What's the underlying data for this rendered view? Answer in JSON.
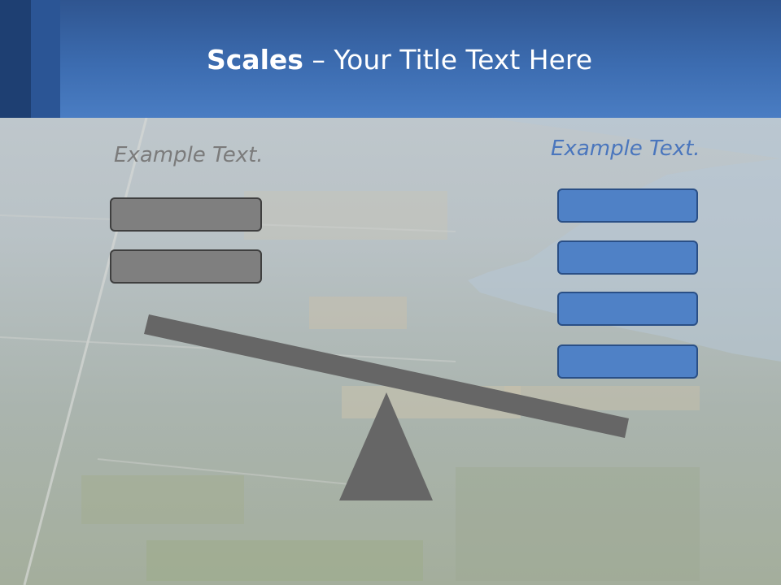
{
  "slide": {
    "title_bold": "Scales",
    "title_rest": " – Your Title Text Here"
  },
  "left_pan": {
    "label": "Example Text.",
    "box_count": 2
  },
  "right_pan": {
    "label": "Example Text.",
    "box_count": 4
  },
  "colors": {
    "header": "#3c6cb0",
    "header_dark": "#1e3f72",
    "gray_box": "#7f7f7f",
    "blue_box": "#4f81c6",
    "beam": "#666666",
    "left_label": "#7b7b7b",
    "right_label": "#4a76bd"
  }
}
